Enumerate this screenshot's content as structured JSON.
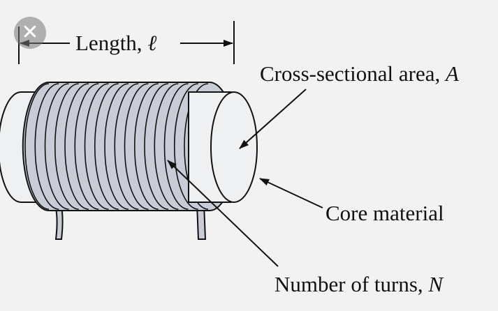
{
  "labels": {
    "length": {
      "text": "Length, ",
      "symbol": "ℓ"
    },
    "area": {
      "text": "Cross-sectional area, ",
      "symbol": "A"
    },
    "core": {
      "text": "Core material"
    },
    "turns": {
      "text": "Number of turns, ",
      "symbol": "N"
    }
  },
  "close_button": {
    "glyph": "✕",
    "icon": "close-icon"
  },
  "coil": {
    "turns": 17
  },
  "colors": {
    "background": "#f2f2f2",
    "core_fill": "#eef0f2",
    "coil_fill": "#c7ccd6",
    "stroke": "#111111"
  }
}
